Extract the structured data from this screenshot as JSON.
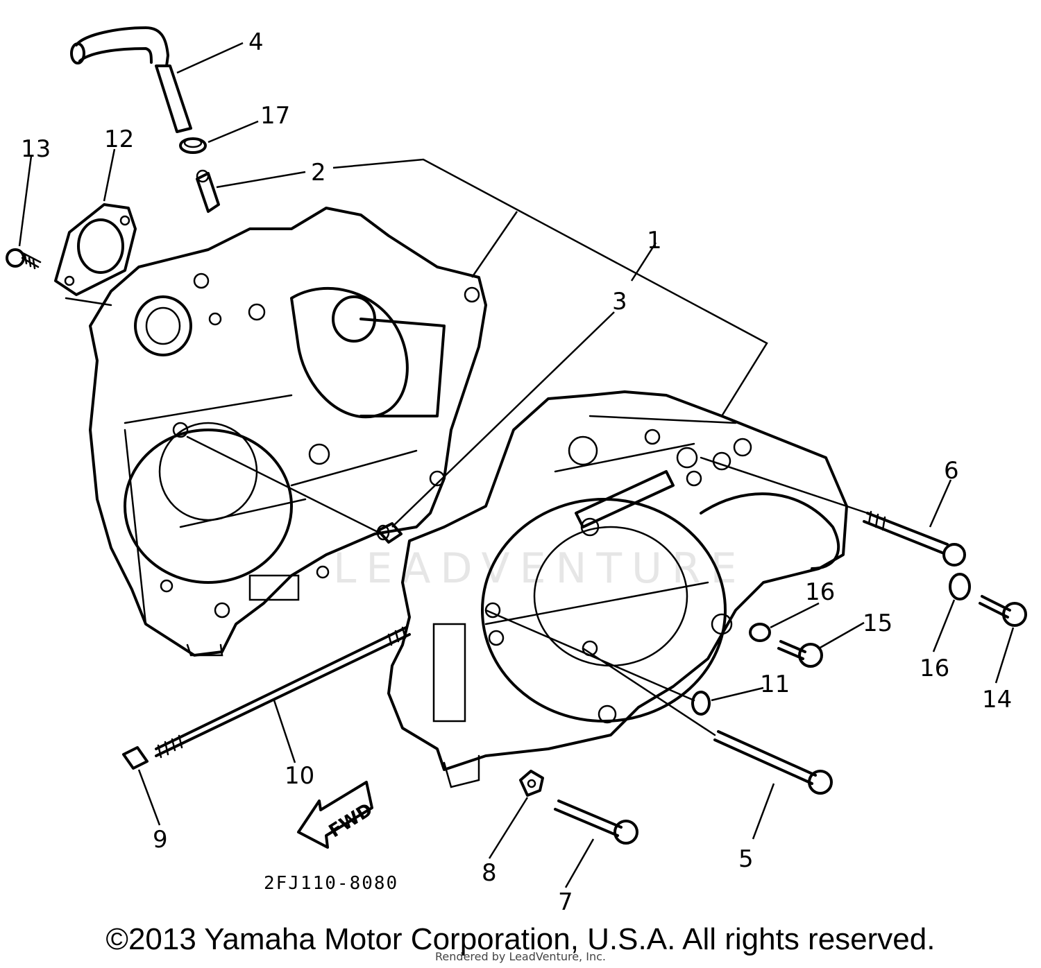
{
  "diagram": {
    "callouts": {
      "c1": "1",
      "c2": "2",
      "c3": "3",
      "c4": "4",
      "c5": "5",
      "c6": "6",
      "c7": "7",
      "c8": "8",
      "c9": "9",
      "c10": "10",
      "c11": "11",
      "c12": "12",
      "c13": "13",
      "c14": "14",
      "c15": "15",
      "c16a": "16",
      "c16b": "16",
      "c17": "17"
    },
    "drawing_code": "2FJ110-8080",
    "fwd_label": "FWD",
    "watermark": "LEADVENTURE"
  },
  "footer": {
    "copyright": "©2013 Yamaha Motor Corporation, U.S.A. All rights reserved.",
    "rendered_by": "Rendered by LeadVenture, Inc."
  }
}
